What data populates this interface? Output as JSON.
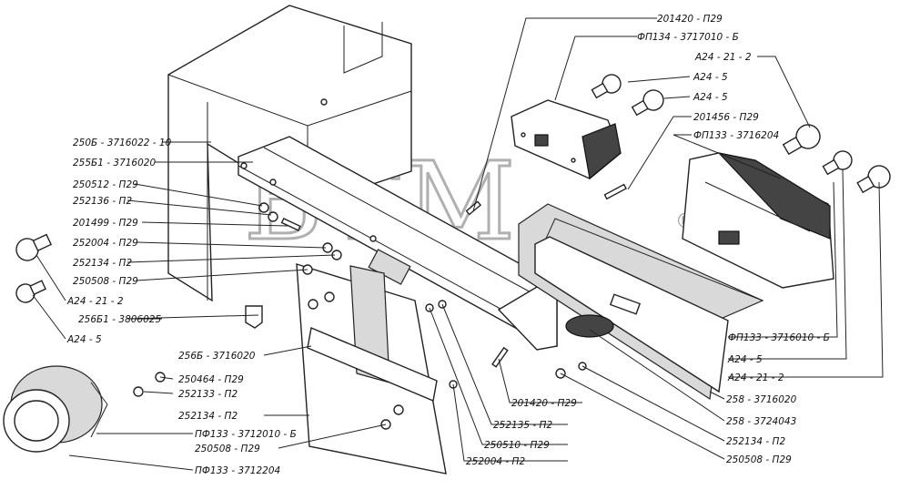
{
  "watermark": {
    "text": "BTM",
    "mark": "®"
  },
  "labels": [
    {
      "id": "l1",
      "text": "201420 - П29"
    },
    {
      "id": "l2",
      "text": "ФП134 - 3717010 - Б"
    },
    {
      "id": "l3",
      "text": "А24 - 21 - 2"
    },
    {
      "id": "l4",
      "text": "А24 - 5"
    },
    {
      "id": "l5",
      "text": "А24 - 5"
    },
    {
      "id": "l6",
      "text": "201456 - П29"
    },
    {
      "id": "l7",
      "text": "ФП133 - 3716204"
    },
    {
      "id": "l8",
      "text": "250Б - 3716022 - 10"
    },
    {
      "id": "l9",
      "text": "255Б1 - 3716020"
    },
    {
      "id": "l10",
      "text": "250512 - П29"
    },
    {
      "id": "l11",
      "text": "252136 - П2"
    },
    {
      "id": "l12",
      "text": "201499 - П29"
    },
    {
      "id": "l13",
      "text": "252004 - П29"
    },
    {
      "id": "l14",
      "text": "252134 - П2"
    },
    {
      "id": "l15",
      "text": "250508 - П29"
    },
    {
      "id": "l16",
      "text": "А24 - 21 - 2"
    },
    {
      "id": "l17",
      "text": "256Б1 - 3806025"
    },
    {
      "id": "l18",
      "text": "А24 - 5"
    },
    {
      "id": "l19",
      "text": "256Б - 3716020"
    },
    {
      "id": "l20",
      "text": "250464 - П29"
    },
    {
      "id": "l21",
      "text": "252133 - П2"
    },
    {
      "id": "l22",
      "text": "252134 - П2"
    },
    {
      "id": "l23",
      "text": "ПФ133 - 3712010 - Б"
    },
    {
      "id": "l24",
      "text": "250508 - П29"
    },
    {
      "id": "l25",
      "text": "ПФ133 - 3712204"
    },
    {
      "id": "l26",
      "text": "201420 - П29"
    },
    {
      "id": "l27",
      "text": "252135 - П2"
    },
    {
      "id": "l28",
      "text": "250510 - П29"
    },
    {
      "id": "l29",
      "text": "252004 - П2"
    },
    {
      "id": "l30",
      "text": "ФП133 - 3716010 - Б"
    },
    {
      "id": "l31",
      "text": "А24 - 5"
    },
    {
      "id": "l32",
      "text": "А24 - 21 - 2"
    },
    {
      "id": "l33",
      "text": "258 - 3716020"
    },
    {
      "id": "l34",
      "text": "258 - 3724043"
    },
    {
      "id": "l35",
      "text": "252134 - П2"
    },
    {
      "id": "l36",
      "text": "250508 - П29"
    }
  ]
}
